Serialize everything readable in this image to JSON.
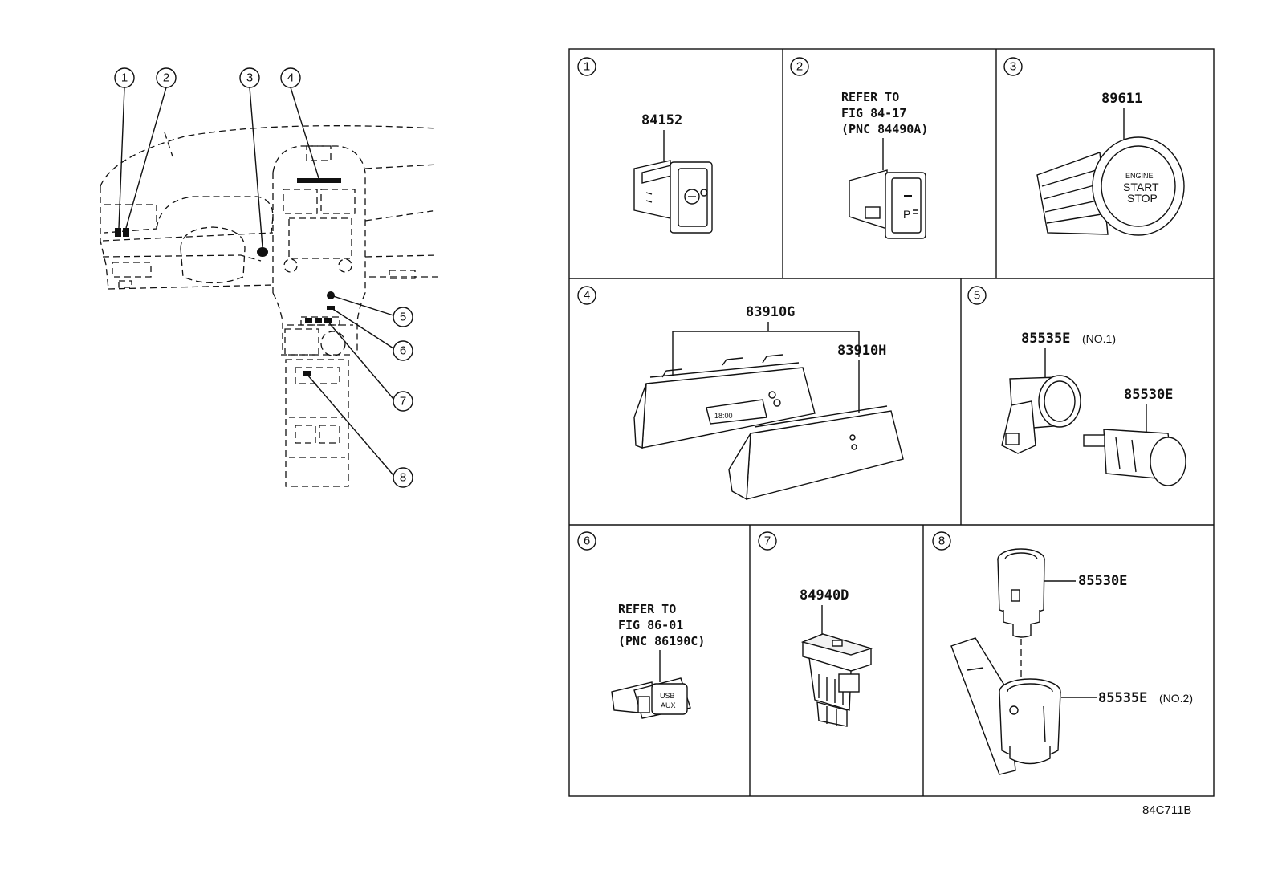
{
  "drawing_id": "84C711B",
  "callouts": [
    "1",
    "2",
    "3",
    "4",
    "5",
    "6",
    "7",
    "8"
  ],
  "panels": [
    {
      "n": "1",
      "parts": [
        {
          "pnc": "84152"
        }
      ]
    },
    {
      "n": "2",
      "refer": [
        "REFER TO",
        "FIG 84-17",
        "(PNC 84490A)"
      ],
      "glyph": "P"
    },
    {
      "n": "3",
      "parts": [
        {
          "pnc": "89611"
        }
      ],
      "button_text": [
        "ENGINE",
        "START",
        "STOP"
      ]
    },
    {
      "n": "4",
      "parts": [
        {
          "pnc": "83910G"
        },
        {
          "pnc": "83910H"
        }
      ],
      "display_text": "18:00"
    },
    {
      "n": "5",
      "parts": [
        {
          "pnc": "85535E",
          "note": "(NO.1)"
        },
        {
          "pnc": "85530E"
        }
      ]
    },
    {
      "n": "6",
      "refer": [
        "REFER TO",
        "FIG 86-01",
        "(PNC 86190C)"
      ],
      "button_text": [
        "USB",
        "AUX"
      ]
    },
    {
      "n": "7",
      "parts": [
        {
          "pnc": "84940D"
        }
      ]
    },
    {
      "n": "8",
      "parts": [
        {
          "pnc": "85530E"
        },
        {
          "pnc": "85535E",
          "note": "(NO.2)"
        }
      ]
    }
  ]
}
